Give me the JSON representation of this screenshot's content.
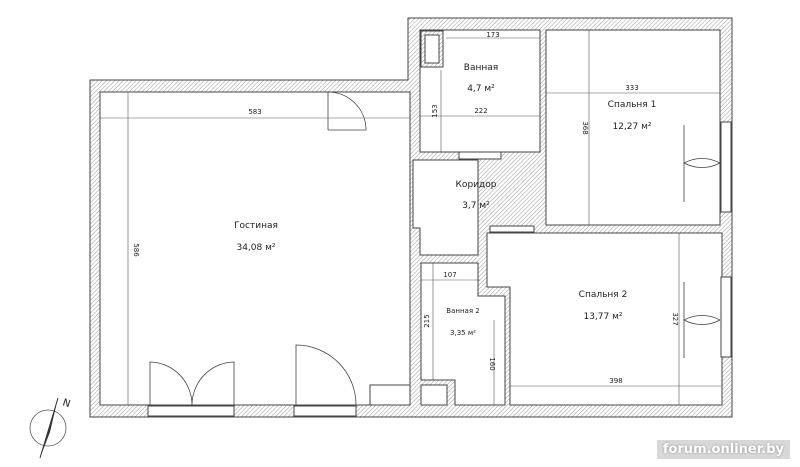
{
  "rooms": {
    "living": {
      "name": "Гостиная",
      "area": "34,08 м²"
    },
    "bath1": {
      "name": "Ванная",
      "area": "4,7 м²"
    },
    "bedroom1": {
      "name": "Спальня 1",
      "area": "12,27 м²"
    },
    "corridor": {
      "name": "Коридор",
      "area": "3,7 м²"
    },
    "bath2": {
      "name": "Ванная 2",
      "area": "3,35 м²"
    },
    "bedroom2": {
      "name": "Спальня 2",
      "area": "13,77 м²"
    }
  },
  "dimensions": {
    "living_w": "583",
    "living_h": "586",
    "bath1_top": "173",
    "bath1_w": "222",
    "bath1_h": "153",
    "bed1_w": "333",
    "bed1_h": "368",
    "bath2_w": "107",
    "bath2_h": "215",
    "bath2_niche": "160",
    "bed2_w": "398",
    "bed2_h": "327"
  },
  "compass": {
    "label": "N"
  },
  "watermark": "forum.onliner.by"
}
